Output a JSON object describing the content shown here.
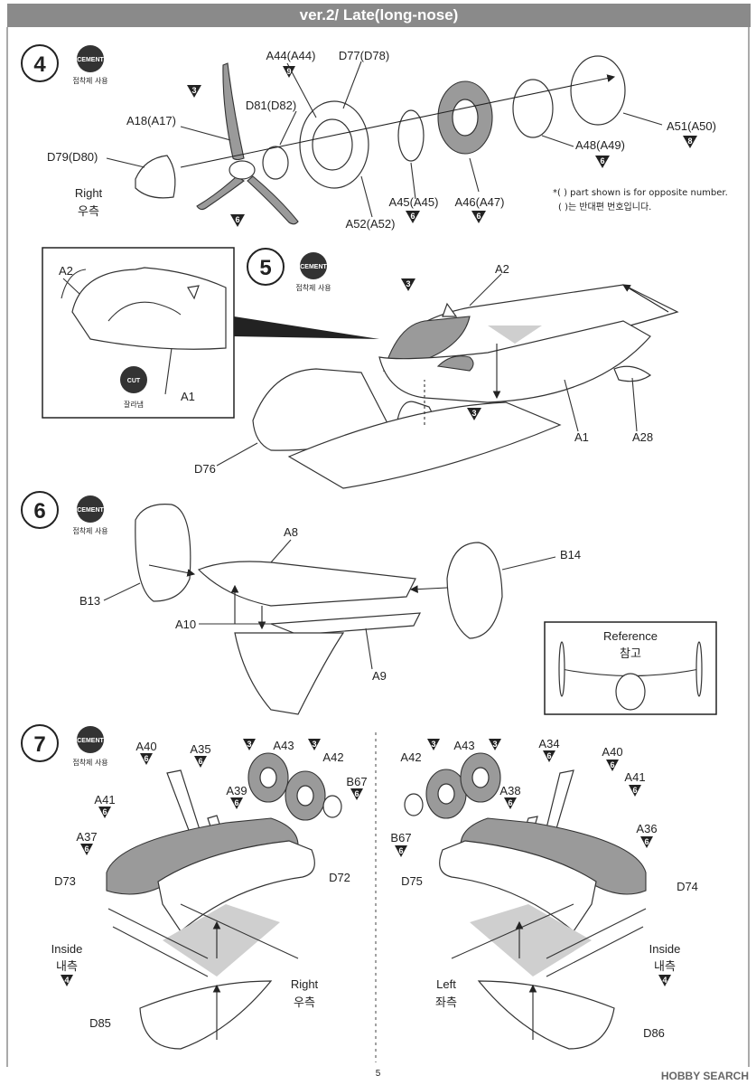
{
  "header": {
    "title": "ver.2/ Late(long-nose)"
  },
  "cement": {
    "badge": "CEMENT",
    "sub": "접착제 사용"
  },
  "cut": {
    "badge": "CUT",
    "sub": "잘라냄"
  },
  "steps": {
    "s4": "4",
    "s5": "5",
    "s6": "6",
    "s7": "7"
  },
  "colors": {
    "accent_gray": "#8a8a8a",
    "paint_mark": "#222222"
  },
  "step4": {
    "labels": {
      "a44": "A44(A44)",
      "d77": "D77(D78)",
      "a18": "A18(A17)",
      "d81": "D81(D82)",
      "d79": "D79(D80)",
      "a51": "A51(A50)",
      "a48": "A48(A49)",
      "a45": "A45(A45)",
      "a46": "A46(A47)",
      "a52": "A52(A52)"
    },
    "right_en": "Right",
    "right_ko": "우측",
    "note1": "*(    ) part shown is for opposite number.",
    "note2": "(    )는 반대편 번호입니다.",
    "paint": {
      "p_a44": "9",
      "p_prop": "3",
      "p_hub": "6",
      "p_a51": "8",
      "p_a48": "6",
      "p_a45": "6",
      "p_a46": "6"
    }
  },
  "step5": {
    "labels": {
      "a2_inset": "A2",
      "a1_inset": "A1",
      "a2": "A2",
      "a1": "A1",
      "a28": "A28",
      "d76": "D76"
    },
    "paint": {
      "p_top": "3",
      "p_mid": "3"
    }
  },
  "step6": {
    "labels": {
      "a8": "A8",
      "b14": "B14",
      "b13": "B13",
      "a10": "A10",
      "a9": "A9"
    },
    "reference_en": "Reference",
    "reference_ko": "참고"
  },
  "step7": {
    "left": {
      "labels": {
        "a40": "A40",
        "a35": "A35",
        "a43": "A43",
        "a42": "A42",
        "a39": "A39",
        "b67": "B67",
        "a41": "A41",
        "a37": "A37",
        "d73": "D73",
        "d72": "D72",
        "d85": "D85"
      },
      "paint": {
        "p_a40": "6",
        "p_a35": "6",
        "p_a43a": "3",
        "p_a42a": "3",
        "p_a39": "6",
        "p_b67": "6",
        "p_a41": "6",
        "p_a37": "6",
        "p_inside": "4"
      },
      "inside_en": "Inside",
      "inside_ko": "내측",
      "side_en": "Right",
      "side_ko": "우측"
    },
    "right": {
      "labels": {
        "a42": "A42",
        "a43": "A43",
        "a34": "A34",
        "a40": "A40",
        "a38": "A38",
        "a41": "A41",
        "b67": "B67",
        "a36": "A36",
        "d75": "D75",
        "d74": "D74",
        "d86": "D86"
      },
      "paint": {
        "p_a42": "3",
        "p_a43": "3",
        "p_a34": "6",
        "p_a40": "6",
        "p_a38": "6",
        "p_a41": "6",
        "p_b67": "6",
        "p_a36": "6",
        "p_inside": "4"
      },
      "inside_en": "Inside",
      "inside_ko": "내측",
      "side_en": "Left",
      "side_ko": "좌측"
    }
  },
  "footer": {
    "page": "5",
    "watermark": "HOBBY SEARCH"
  }
}
